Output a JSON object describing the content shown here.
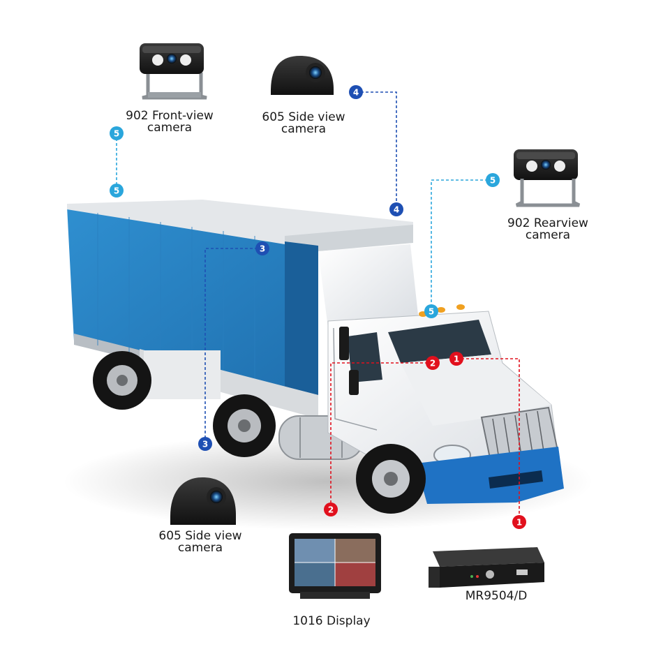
{
  "labels": {
    "front_cam_line1": "902 Front-view",
    "front_cam_line2": "camera",
    "side_cam_top_line1": "605 Side view",
    "side_cam_top_line2": "camera",
    "rear_cam_line1": "902 Rearview",
    "rear_cam_line2": "camera",
    "side_cam_bottom_line1": "605 Side view",
    "side_cam_bottom_line2": "camera",
    "display": "1016 Display",
    "dvr": "MR9504/D"
  },
  "connectors": [
    {
      "id": "1",
      "color": "#e1101d"
    },
    {
      "id": "2",
      "color": "#e1101d"
    },
    {
      "id": "3",
      "color": "#1e4fb3"
    },
    {
      "id": "4",
      "color": "#1e4fb3"
    },
    {
      "id": "5",
      "color": "#2aa6dc"
    }
  ],
  "badges": {
    "b1": "1",
    "b2": "2",
    "b3": "3",
    "b4": "4",
    "b5": "5"
  }
}
